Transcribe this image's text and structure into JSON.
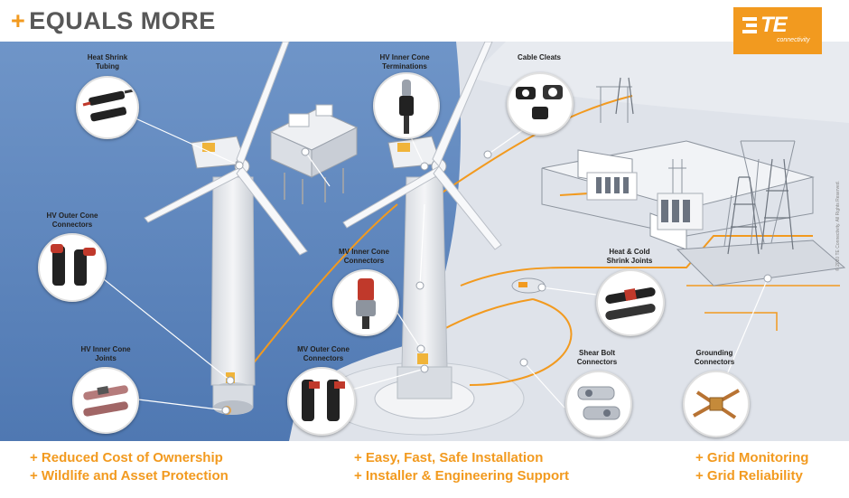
{
  "header": {
    "plus": "+",
    "title": "EQUALS MORE"
  },
  "logo": {
    "brand": "TE",
    "sub": "connectivity"
  },
  "labels": {
    "heat_shrink": [
      "Heat Shrink",
      "Tubing"
    ],
    "hv_inner_term": [
      "HV Inner Cone",
      "Terminations"
    ],
    "cable_cleats": [
      "Cable Cleats"
    ],
    "hv_outer_conn": [
      "HV Outer Cone",
      "Connectors"
    ],
    "mv_inner_conn": [
      "MV Inner Cone",
      "Connectors"
    ],
    "heat_cold": [
      "Heat & Cold",
      "Shrink Joints"
    ],
    "hv_inner_joints": [
      "HV Inner Cone",
      "Joints"
    ],
    "mv_outer_conn": [
      "MV Outer Cone",
      "Connectors"
    ],
    "shear_bolt": [
      "Shear Bolt",
      "Connectors"
    ],
    "grounding": [
      "Grounding",
      "Connectors"
    ]
  },
  "benefits": {
    "col1": [
      "+ Reduced Cost of Ownership",
      "+ Wildlife and Asset Protection"
    ],
    "col2": [
      "+ Easy, Fast, Safe Installation",
      "+ Installer & Engineering Support"
    ],
    "col3": [
      "+ Grid Monitoring",
      "+ Grid Reliability"
    ]
  },
  "copyright": "© 2020 TE Connectivity. All Rights Reserved.",
  "colors": {
    "accent": "#f29a1f",
    "sea": "#5f87bd",
    "land": "#dfe3ea",
    "cable": "#f29a1f",
    "title": "#585858"
  },
  "icons": [
    "heat-shrink-tubing-icon",
    "hv-inner-cone-termination-icon",
    "cable-cleat-icon",
    "hv-outer-cone-connector-icon",
    "mv-inner-cone-connector-icon",
    "shrink-joint-icon",
    "hv-inner-cone-joint-icon",
    "mv-outer-cone-connector-icon",
    "shear-bolt-connector-icon",
    "grounding-connector-icon"
  ]
}
